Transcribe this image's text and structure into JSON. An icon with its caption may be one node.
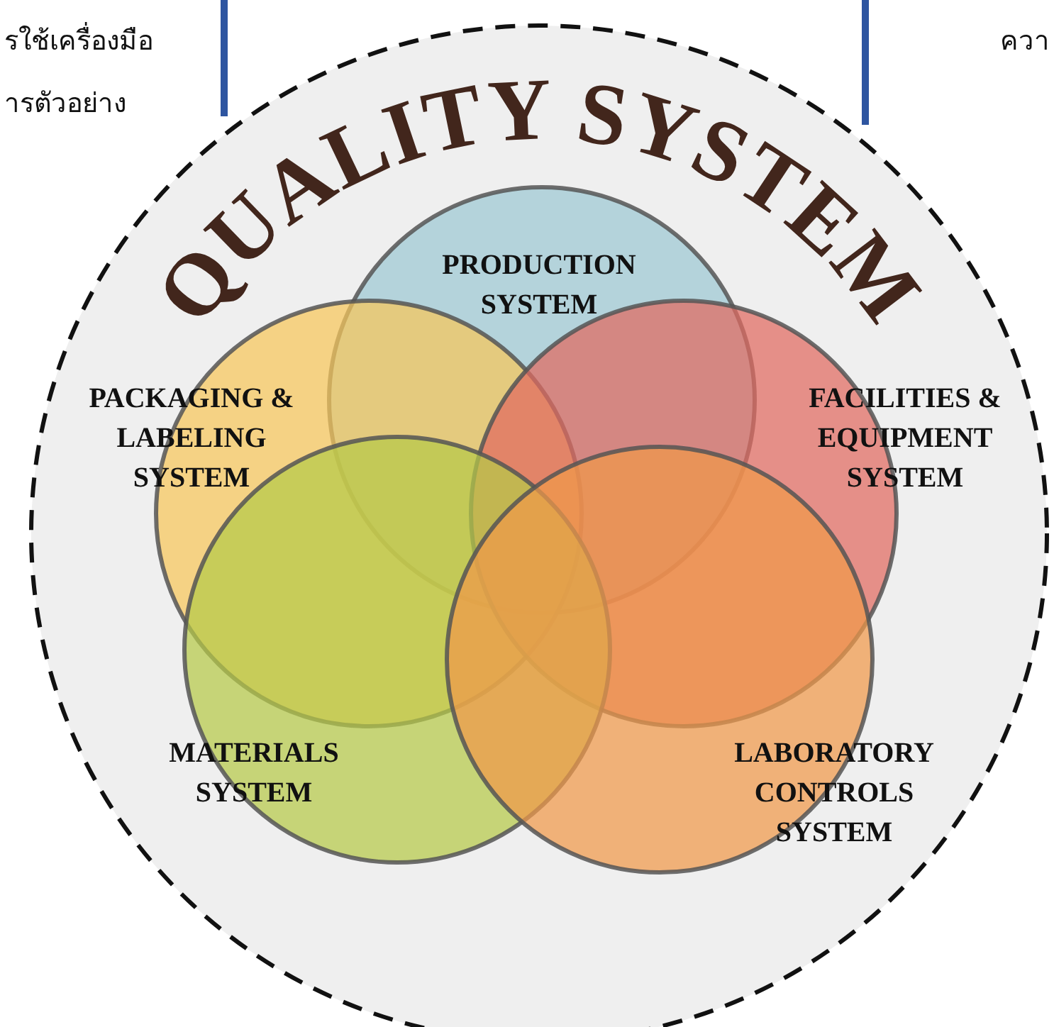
{
  "diagram": {
    "title": "QUALITY SYSTEM",
    "nodes": [
      {
        "text": [],
        "shape": "circle"
      },
      {
        "text": [
          "PRODUCTION SYSTEM"
        ],
        "in": 0
      },
      {
        "text": [
          "PACKAGING & LABELING SYSTEM"
        ],
        "in": 0
      },
      {
        "text": [
          "FACILITIES & EQUIPMENT SYSTEM"
        ],
        "in": 0
      },
      {
        "text": [
          "MATERIALS SYSTEM"
        ],
        "in": 0
      },
      {
        "text": [
          "LABORATORY CONTROLS SYSTEM"
        ],
        "in": 0
      }
    ],
    "edges": [],
    "labels": [
      "รใช้เครื่องมือ",
      "ารตัวอย่าง",
      "ควา"
    ]
  }
}
